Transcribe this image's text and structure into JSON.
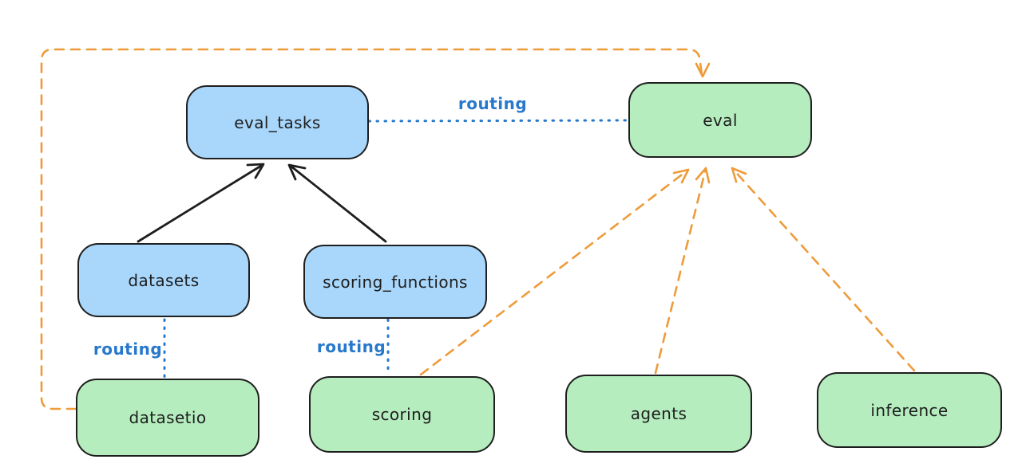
{
  "diagram": {
    "title": "",
    "nodes": [
      {
        "id": "eval_tasks",
        "label": "eval_tasks",
        "kind": "registry",
        "fill": "#a8d7fb"
      },
      {
        "id": "eval",
        "label": "eval",
        "kind": "api",
        "fill": "#b5edbe"
      },
      {
        "id": "datasets",
        "label": "datasets",
        "kind": "registry",
        "fill": "#a8d7fb"
      },
      {
        "id": "scoring_functions",
        "label": "scoring_functions",
        "kind": "registry",
        "fill": "#a8d7fb"
      },
      {
        "id": "datasetio",
        "label": "datasetio",
        "kind": "api",
        "fill": "#b5edbe"
      },
      {
        "id": "scoring",
        "label": "scoring",
        "kind": "api",
        "fill": "#b5edbe"
      },
      {
        "id": "agents",
        "label": "agents",
        "kind": "api",
        "fill": "#b5edbe"
      },
      {
        "id": "inference",
        "label": "inference",
        "kind": "api",
        "fill": "#b5edbe"
      }
    ],
    "edges": [
      {
        "from": "eval_tasks",
        "to": "eval",
        "style": "dotted",
        "color": "#2878cc",
        "label": "routing"
      },
      {
        "from": "datasets",
        "to": "datasetio",
        "style": "dotted",
        "color": "#2878cc",
        "label": "routing"
      },
      {
        "from": "scoring_functions",
        "to": "scoring",
        "style": "dotted",
        "color": "#2878cc",
        "label": "routing"
      },
      {
        "from": "datasets",
        "to": "eval_tasks",
        "style": "solid-arrow",
        "color": "#1e1e1e",
        "label": ""
      },
      {
        "from": "scoring_functions",
        "to": "eval_tasks",
        "style": "solid-arrow",
        "color": "#1e1e1e",
        "label": ""
      },
      {
        "from": "datasetio",
        "to": "eval",
        "style": "dashed-arrow",
        "color": "#ee9b3a",
        "label": ""
      },
      {
        "from": "scoring",
        "to": "eval",
        "style": "dashed-arrow",
        "color": "#ee9b3a",
        "label": ""
      },
      {
        "from": "agents",
        "to": "eval",
        "style": "dashed-arrow",
        "color": "#ee9b3a",
        "label": ""
      },
      {
        "from": "inference",
        "to": "eval",
        "style": "dashed-arrow",
        "color": "#ee9b3a",
        "label": ""
      }
    ],
    "colors": {
      "node_blue": "#a8d7fb",
      "node_green": "#b5edbe",
      "stroke": "#1e1e1e",
      "routing_blue": "#2878cc",
      "orange": "#ee9b3a",
      "background": "#ffffff"
    }
  }
}
